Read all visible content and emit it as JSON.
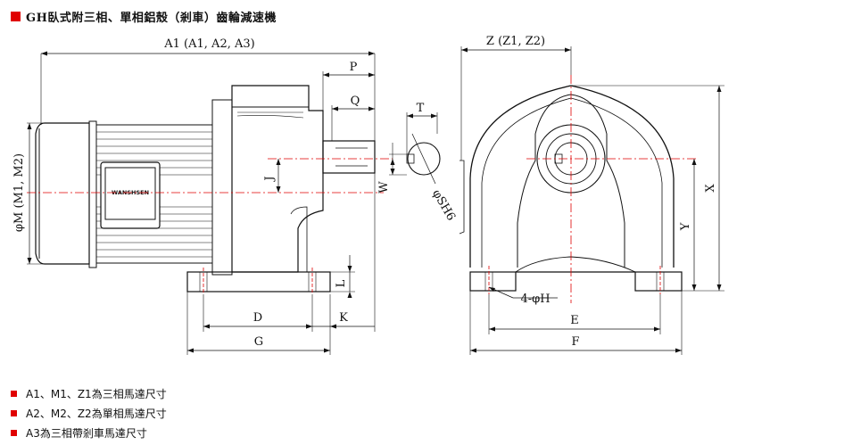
{
  "header": {
    "title": "GH臥式附三相、單相鋁殼（剎車）齒輪減速機"
  },
  "side_view": {
    "dim_A": "A1 (A1, A2, A3)",
    "dim_M": "φM (M1, M2)",
    "dim_P": "P",
    "dim_Q": "Q",
    "dim_T": "T",
    "dim_J": "J",
    "dim_W": "W",
    "dim_SH": "φSH6",
    "dim_L": "L",
    "dim_D": "D",
    "dim_K": "K",
    "dim_G": "G",
    "nameplate": "WANSHSEN"
  },
  "front_view": {
    "dim_Z": "Z (Z1, Z2)",
    "dim_X": "X",
    "dim_Y": "Y",
    "dim_H": "4-φH",
    "dim_E": "E",
    "dim_F": "F"
  },
  "notes": [
    "A1、M1、Z1為三相馬達尺寸",
    "A2、M2、Z2為單相馬達尺寸",
    "A3為三相帶剎車馬達尺寸"
  ],
  "colors": {
    "accent": "#e00000",
    "centerline": "#e00000"
  }
}
